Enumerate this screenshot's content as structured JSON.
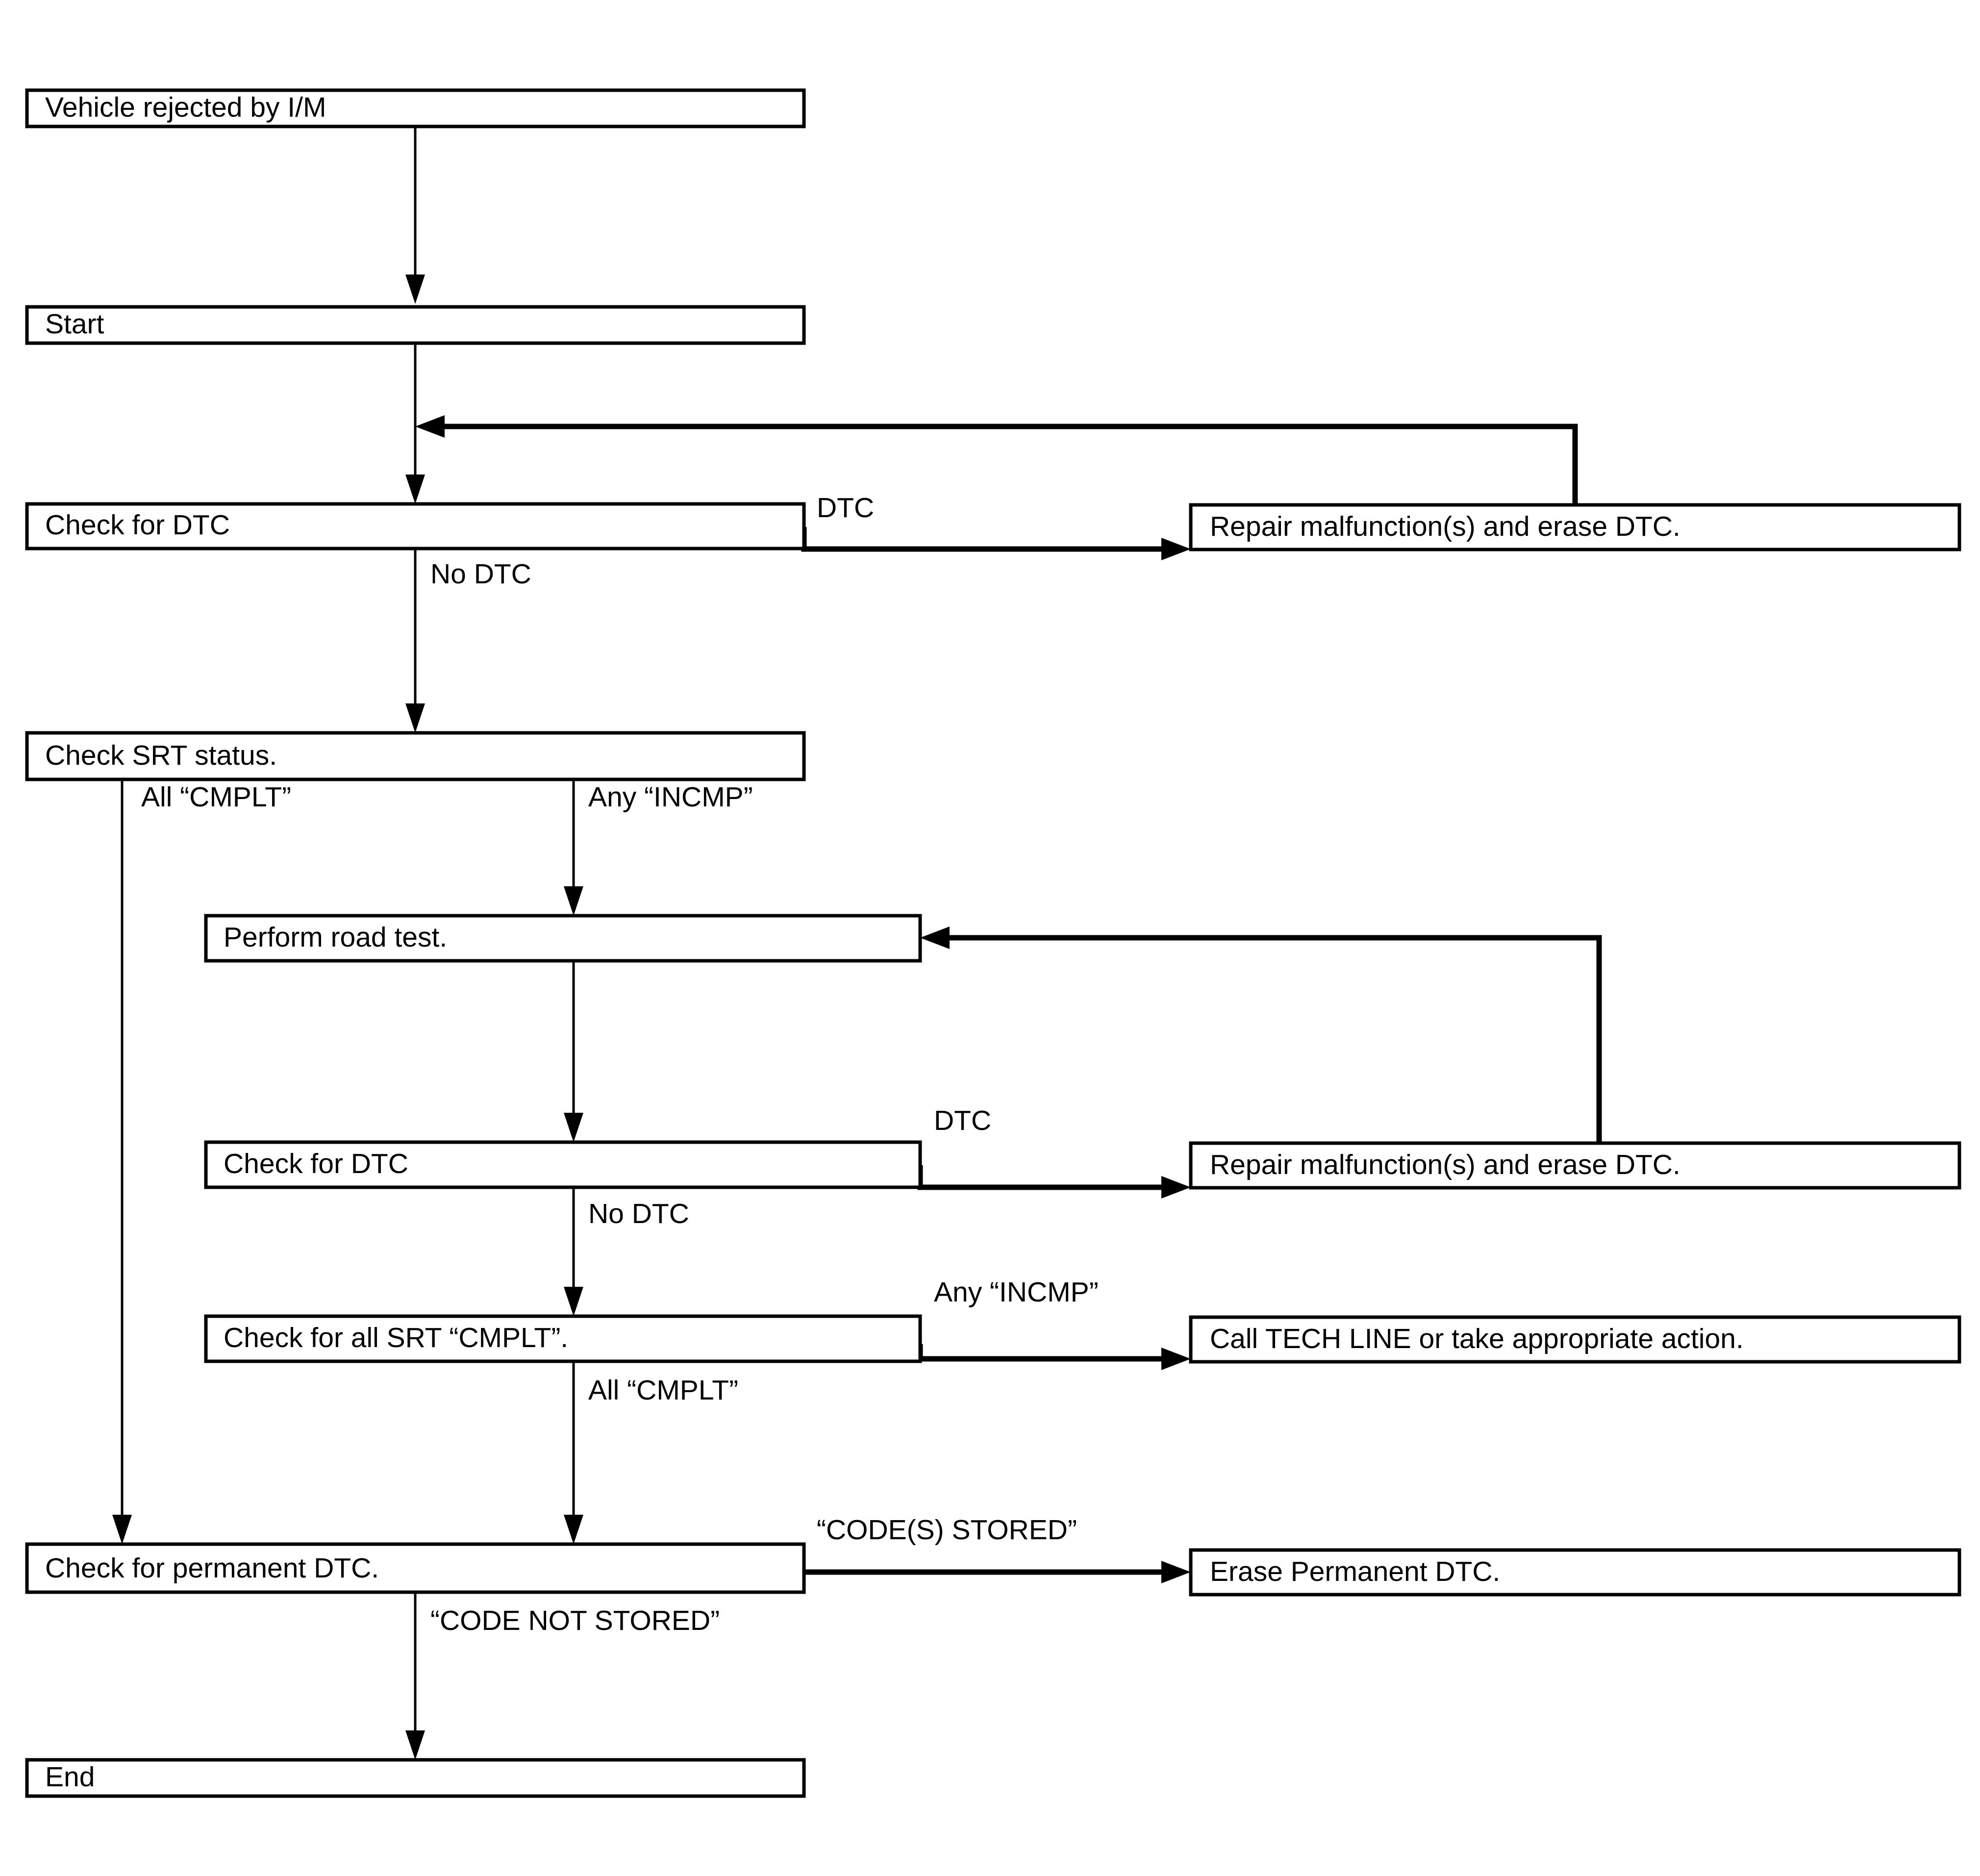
{
  "diagram": {
    "title": "I/M Readiness Verification Flowchart",
    "type": "flowchart",
    "background_color": "#ffffff",
    "line_color": "#000000",
    "text_color": "#000000",
    "nodes": [
      {
        "id": "vehicle_rejected",
        "label": "Vehicle rejected by I/M"
      },
      {
        "id": "start",
        "label": "Start"
      },
      {
        "id": "check_dtc_1",
        "label": "Check for DTC"
      },
      {
        "id": "repair_1",
        "label": "Repair malfunction(s) and erase DTC."
      },
      {
        "id": "check_srt",
        "label": "Check SRT status."
      },
      {
        "id": "road_test",
        "label": "Perform road test."
      },
      {
        "id": "check_dtc_2",
        "label": "Check for DTC"
      },
      {
        "id": "repair_2",
        "label": "Repair malfunction(s) and erase DTC."
      },
      {
        "id": "check_all_srt",
        "label": "Check for all SRT “CMPLT”."
      },
      {
        "id": "tech_line",
        "label": "Call TECH LINE or take appropriate action."
      },
      {
        "id": "check_perm_dtc",
        "label": "Check for permanent DTC."
      },
      {
        "id": "erase_perm_dtc",
        "label": "Erase Permanent DTC."
      },
      {
        "id": "end",
        "label": "End"
      }
    ],
    "edge_labels": [
      {
        "id": "dtc_1",
        "label": "DTC"
      },
      {
        "id": "no_dtc_1",
        "label": "No DTC"
      },
      {
        "id": "all_cmplt_1",
        "label": "All “CMPLT”"
      },
      {
        "id": "any_incmp_1",
        "label": "Any “INCMP”"
      },
      {
        "id": "dtc_2",
        "label": "DTC"
      },
      {
        "id": "no_dtc_2",
        "label": "No DTC"
      },
      {
        "id": "any_incmp_2",
        "label": "Any “INCMP”"
      },
      {
        "id": "all_cmplt_2",
        "label": "All “CMPLT”"
      },
      {
        "id": "codes_stored",
        "label": "“CODE(S) STORED”"
      },
      {
        "id": "code_not_stored",
        "label": "“CODE NOT STORED”"
      }
    ]
  }
}
